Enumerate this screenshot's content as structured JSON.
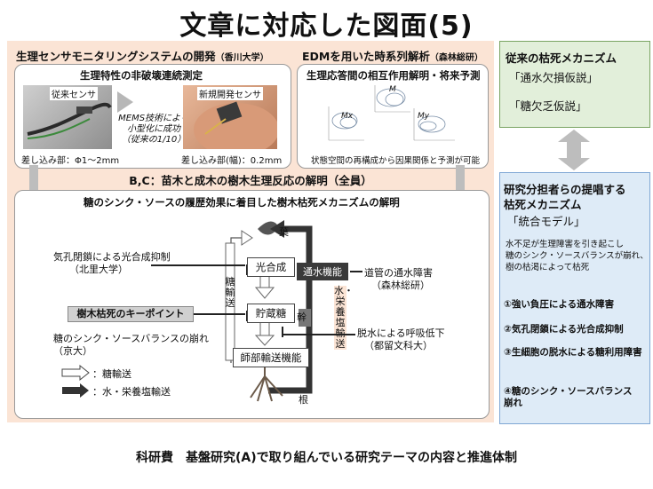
{
  "title": "文章に対応した図面(5)",
  "left_panel": {
    "header1": "生理センサモニタリングシステムの開発",
    "header1_org": "（香川大学）",
    "header2": "EDMを用いた時系列解析",
    "header2_org": "（森林総研）",
    "sub1": "生理特性の非破壊連続測定",
    "photo_label_old": "従来センサ",
    "photo_label_new": "新規開発センサ",
    "mems_text": [
      "MEMS技術により",
      "小型化に成功",
      "（従来の1/10）"
    ],
    "dim_old": "差し込み部：Φ1～2mm",
    "dim_new": "差し込み部(幅)：0.2mm",
    "sub2": "生理応答間の相互作用解明・将来予測",
    "attractor_caption": "状態空間の再構成から因果関係と予測が可能",
    "attractor_labels": {
      "m": "M",
      "mx": "Mx",
      "my": "My"
    },
    "mid_header": "B,C：苗木と成木の樹木生理反応の解明（全員）",
    "inner_header": "糖のシンク・ソースの履歴効果に着目した樹木枯死メカニズムの解明",
    "leaf": "葉",
    "trunk": "幹",
    "root": "根",
    "photosynthesis": "光合成",
    "storage": "貯蔵糖",
    "phloem": "師部輸送機能",
    "water_function": "通水機能",
    "sugar_transport_vertical": "糖輸送",
    "water_salt_vertical": "水・栄養塩輸送",
    "stomata": "気孔閉鎖による光合成抑制",
    "stomata_org": "（北里大学）",
    "keypoint": "樹木枯死のキーポイント",
    "balance": "糖のシンク・ソースバランスの崩れ",
    "balance_org": "（京大）",
    "vessel": "道管の通水障害",
    "vessel_org": "（森林総研）",
    "dehydration": "脱水による呼吸低下",
    "dehydration_org": "（都留文科大）",
    "legend_sugar": "：糖輸送",
    "legend_water": "：水・栄養塩輸送"
  },
  "right_panel": {
    "box1_title": "従来の枯死メカニズム",
    "box1_items": [
      "「通水欠損仮説」",
      "「糖欠乏仮説」"
    ],
    "box2_title_lines": [
      "研究分担者らの提唱する",
      "枯死メカニズム"
    ],
    "box2_model": "「統合モデル」",
    "box2_desc": [
      "水不足が生理障害を引き起こし",
      "糖のシンク・ソースバランスが崩れ、",
      "樹の枯渇によって枯死"
    ],
    "box2_points": [
      "①強い負圧による通水障害",
      "②気孔閉鎖による光合成抑制",
      "③生細胞の脱水による糖利用障害",
      "④糖のシンク・ソースバランス崩れ"
    ]
  },
  "footer": "科研費　基盤研究(A)で取り組んでいる研究テーマの内容と推進体制"
}
